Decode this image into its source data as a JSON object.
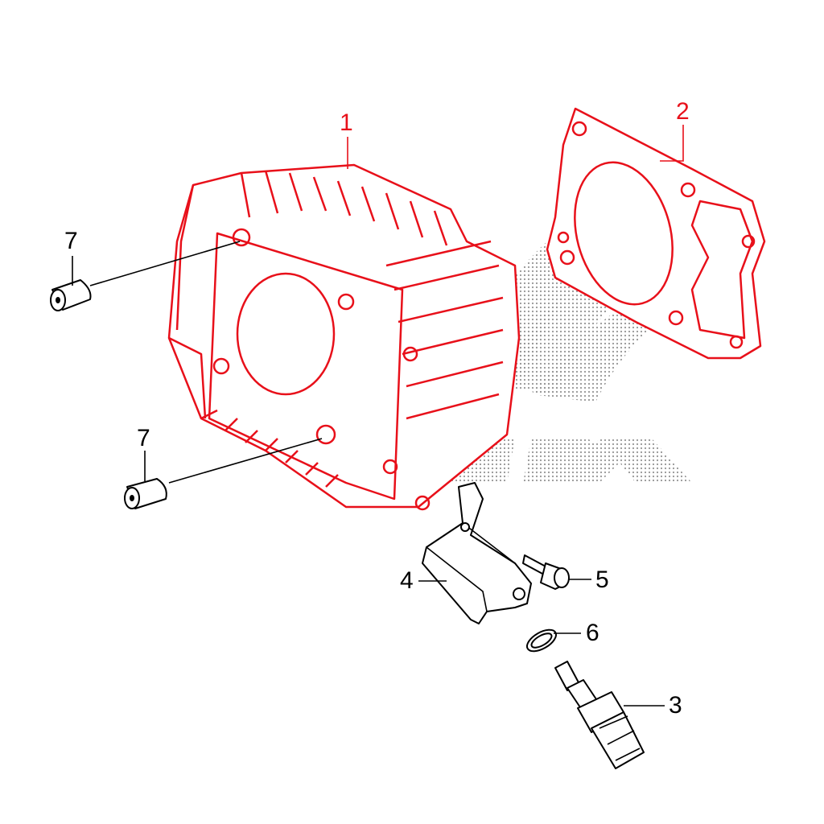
{
  "diagram": {
    "watermark": "HONDA",
    "colors": {
      "highlight": "#e8101a",
      "parts": "#000000",
      "watermark": "#9a9a9a"
    },
    "callouts": [
      {
        "id": "1",
        "part": "cylinder",
        "highlighted": true
      },
      {
        "id": "2",
        "part": "cylinder-gasket",
        "highlighted": true
      },
      {
        "id": "3",
        "part": "temperature-sensor",
        "highlighted": false
      },
      {
        "id": "4",
        "part": "bracket",
        "highlighted": false
      },
      {
        "id": "5",
        "part": "flange-bolt",
        "highlighted": false
      },
      {
        "id": "6",
        "part": "o-ring",
        "highlighted": false
      },
      {
        "id": "7",
        "part": "dowel-pin-upper",
        "highlighted": false
      },
      {
        "id": "7",
        "part": "dowel-pin-lower",
        "highlighted": false
      }
    ]
  }
}
